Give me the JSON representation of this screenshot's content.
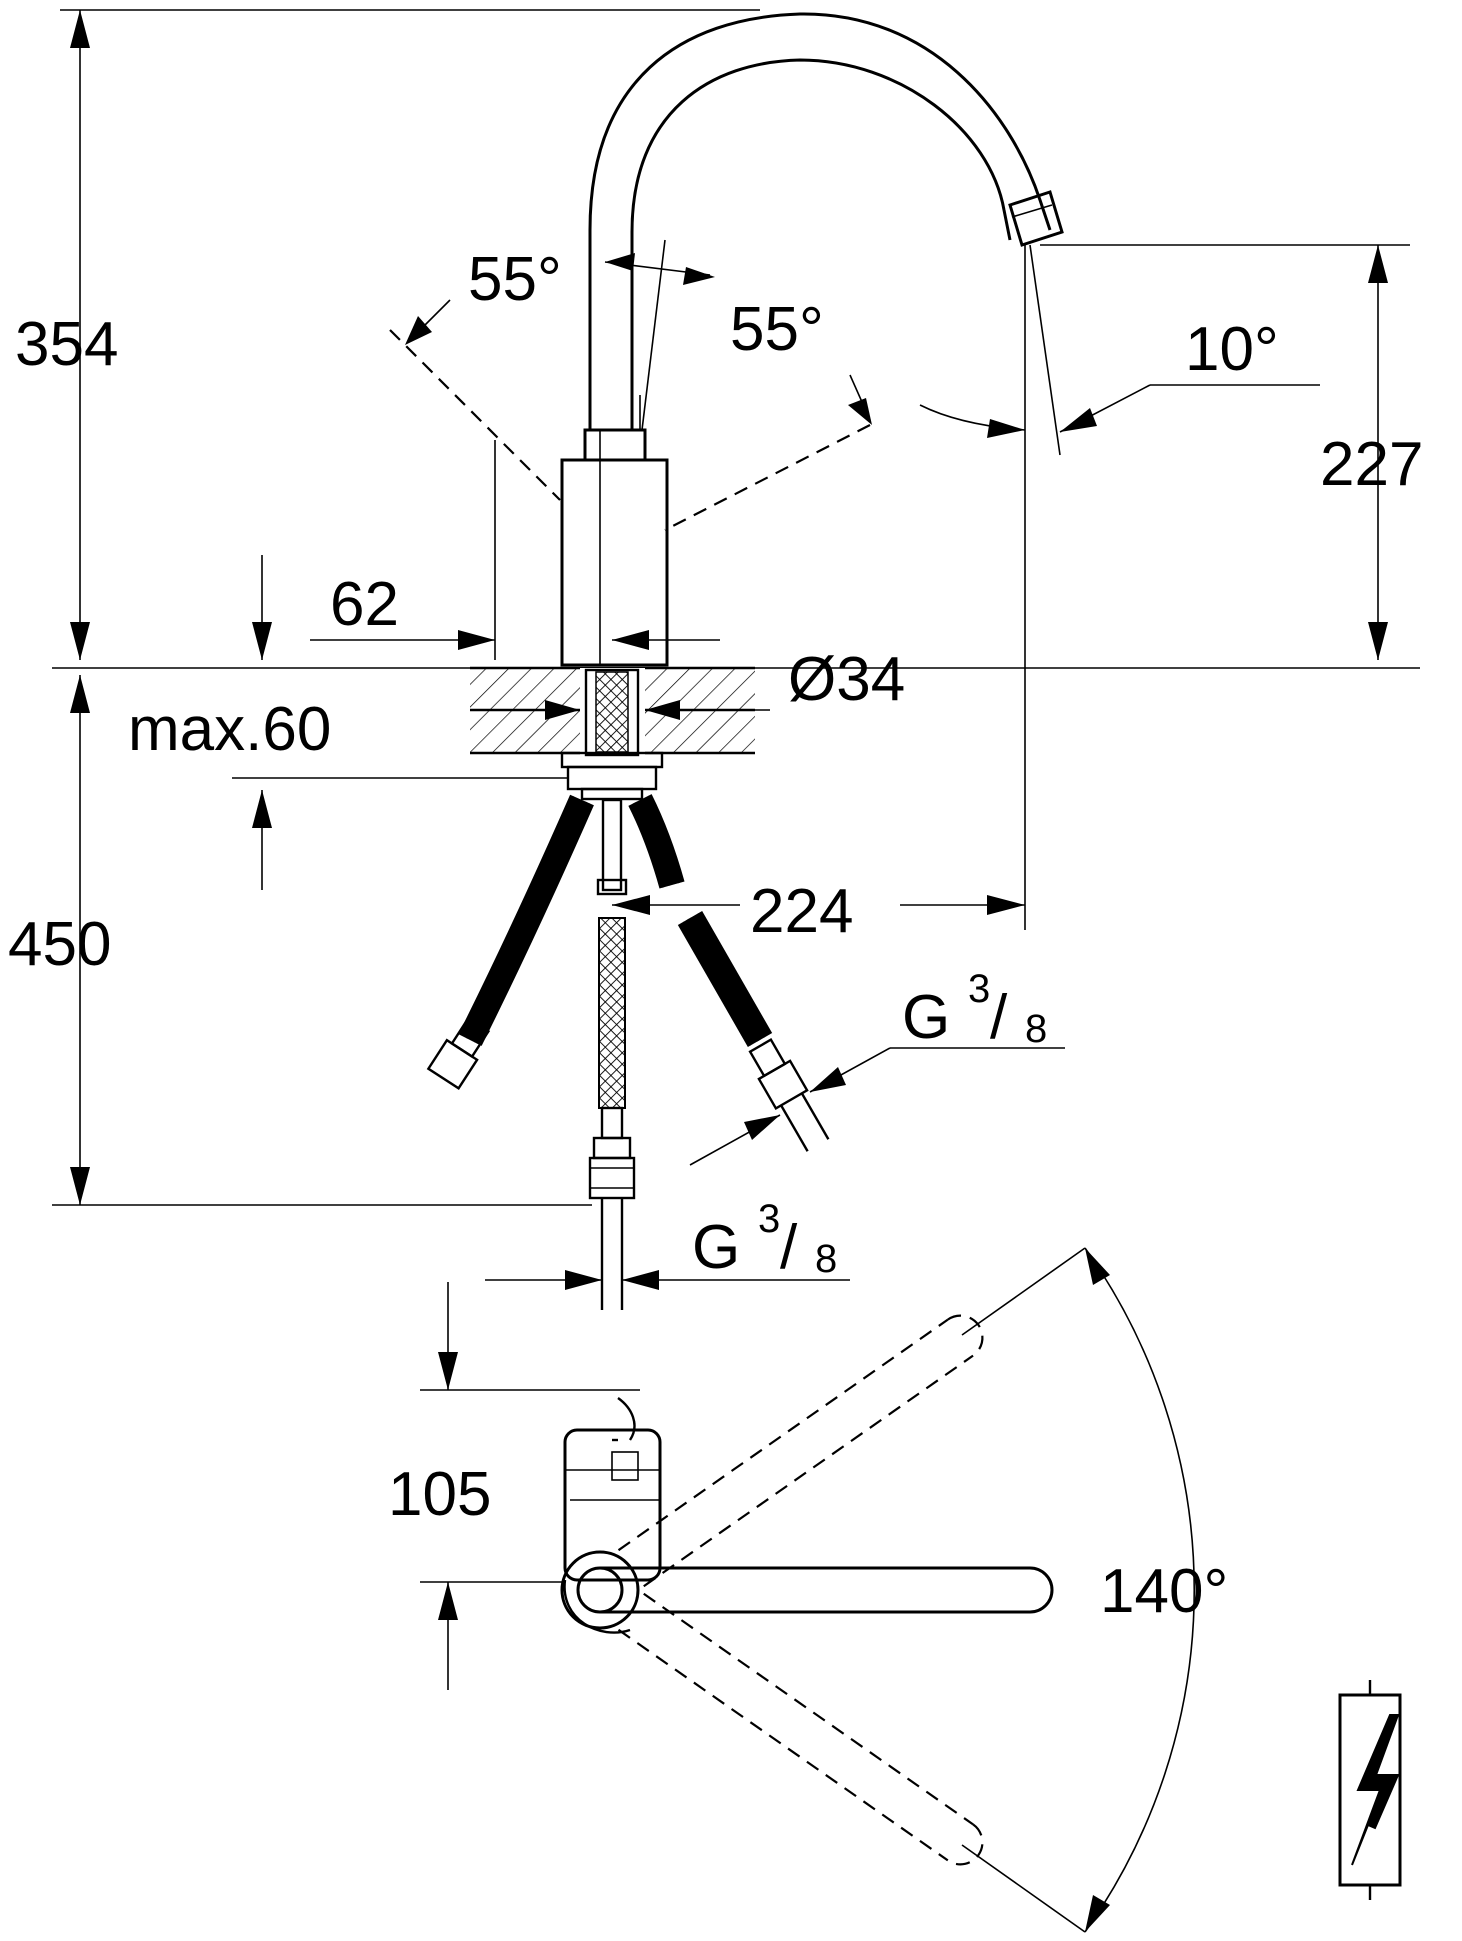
{
  "dimensions": {
    "total_height_above": "354",
    "spout_height": "227",
    "below_counter": "450",
    "projection": "224",
    "clearance": "62",
    "hole_diameter": "Ø34",
    "max_counter": "max.60",
    "lever_height": "105",
    "lever_swing": "140°",
    "lever_angle_left": "55°",
    "lever_angle_right": "55°",
    "spout_tilt": "10°"
  },
  "connections": {
    "thread_prefix": "G",
    "thread_numerator": "3",
    "thread_separator": "/",
    "thread_denominator": "8"
  },
  "icons": {
    "power_symbol": "lightning-bolt-icon"
  }
}
